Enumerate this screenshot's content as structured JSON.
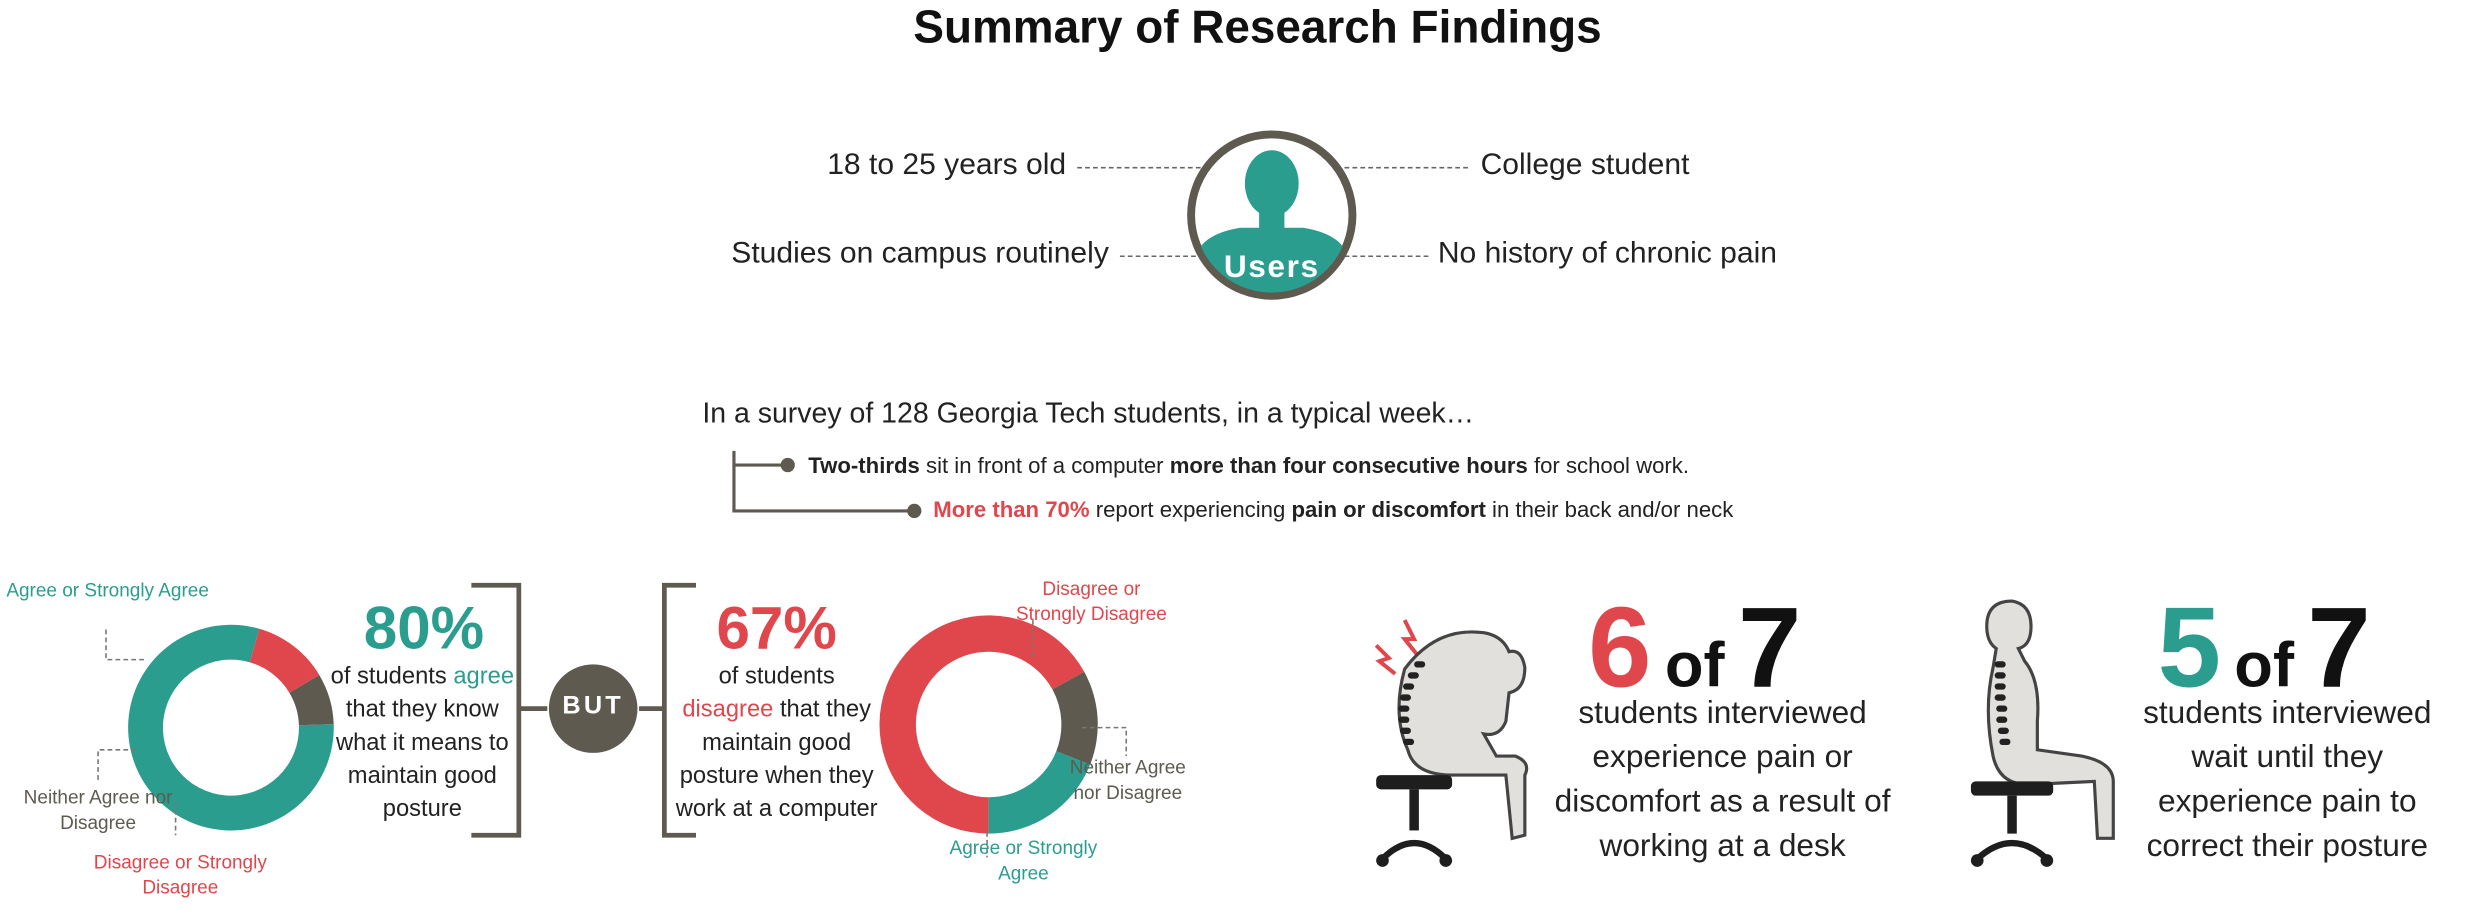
{
  "title": "Summary of Research Findings",
  "users": {
    "badge": "Users",
    "facts": {
      "age": "18 to 25 years old",
      "studies": "Studies on campus routinely",
      "occupation": "College student",
      "history": "No history of chronic pain"
    }
  },
  "survey": {
    "intro": "In a survey of 128 Georgia Tech students, in a typical week…",
    "line1": {
      "b1": "Two-thirds",
      "t1": " sit in front of a computer ",
      "b2": "more than four consecutive hours",
      "t2": " for school work."
    },
    "line2": {
      "r": "More than 70%",
      "t1": " report experiencing ",
      "b": "pain or discomfort",
      "t2": " in their back and/or neck"
    }
  },
  "colors": {
    "teal": "#2a9d8f",
    "red": "#e0474c",
    "gray": "#5e5a50"
  },
  "chart_data": [
    {
      "type": "pie",
      "title": "",
      "headline": "80%",
      "desc_pre": "of students ",
      "desc_key": "agree",
      "desc_post": " that they know what it means to maintain good posture",
      "slices": [
        {
          "label": "Agree or Strongly Agree",
          "value": 80,
          "color": "#2a9d8f"
        },
        {
          "label": "Neither Agree nor Disagree",
          "value": 8,
          "color": "#5e5a50"
        },
        {
          "label": "Disagree or Strongly Disagree",
          "value": 12,
          "color": "#e0474c"
        }
      ]
    },
    {
      "type": "pie",
      "title": "",
      "headline": "67%",
      "desc_pre": "of students ",
      "desc_key": "disagree",
      "desc_post": " that they maintain good posture when they work at a computer",
      "slices": [
        {
          "label": "Disagree or Strongly Disagree",
          "value": 67,
          "color": "#e0474c"
        },
        {
          "label": "Neither Agree nor Disagree",
          "value": 14,
          "color": "#5e5a50"
        },
        {
          "label": "Agree or Strongly Agree",
          "value": 19,
          "color": "#2a9d8f"
        }
      ]
    }
  ],
  "but_label": "BUT",
  "stats": [
    {
      "num": "6",
      "of": "of",
      "den": "7",
      "desc": "students interviewed experience pain or discomfort as a result of working at a desk",
      "icon": "slouching-person-icon"
    },
    {
      "num": "5",
      "of": "of",
      "den": "7",
      "desc": "students interviewed wait until they experience pain to correct their posture",
      "icon": "upright-person-icon"
    }
  ]
}
